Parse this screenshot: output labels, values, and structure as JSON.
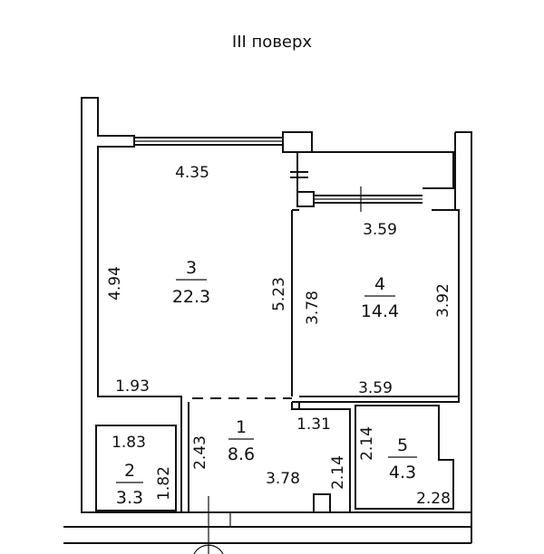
{
  "title": "III поверх",
  "rooms": [
    {
      "id": "1",
      "number": "1",
      "area": "8.6"
    },
    {
      "id": "2",
      "number": "2",
      "area": "3.3"
    },
    {
      "id": "3",
      "number": "3",
      "area": "22.3"
    },
    {
      "id": "4",
      "number": "4",
      "area": "14.4"
    },
    {
      "id": "5",
      "number": "5",
      "area": "4.3"
    }
  ],
  "dimensions": {
    "room3_top": "4.35",
    "room3_left": "4.94",
    "room3_right": "5.23",
    "room3_bottom": "1.93",
    "room4_top": "3.59",
    "room4_left": "3.78",
    "room4_right": "3.92",
    "room4_bottom": "3.59",
    "room1_top": "1.31",
    "room1_left": "2.43",
    "room1_bottom": "3.78",
    "room1_right": "2.14",
    "room2_top": "1.83",
    "room2_right": "1.82",
    "room5_left": "2.14",
    "room5_bottom": "2.28"
  }
}
